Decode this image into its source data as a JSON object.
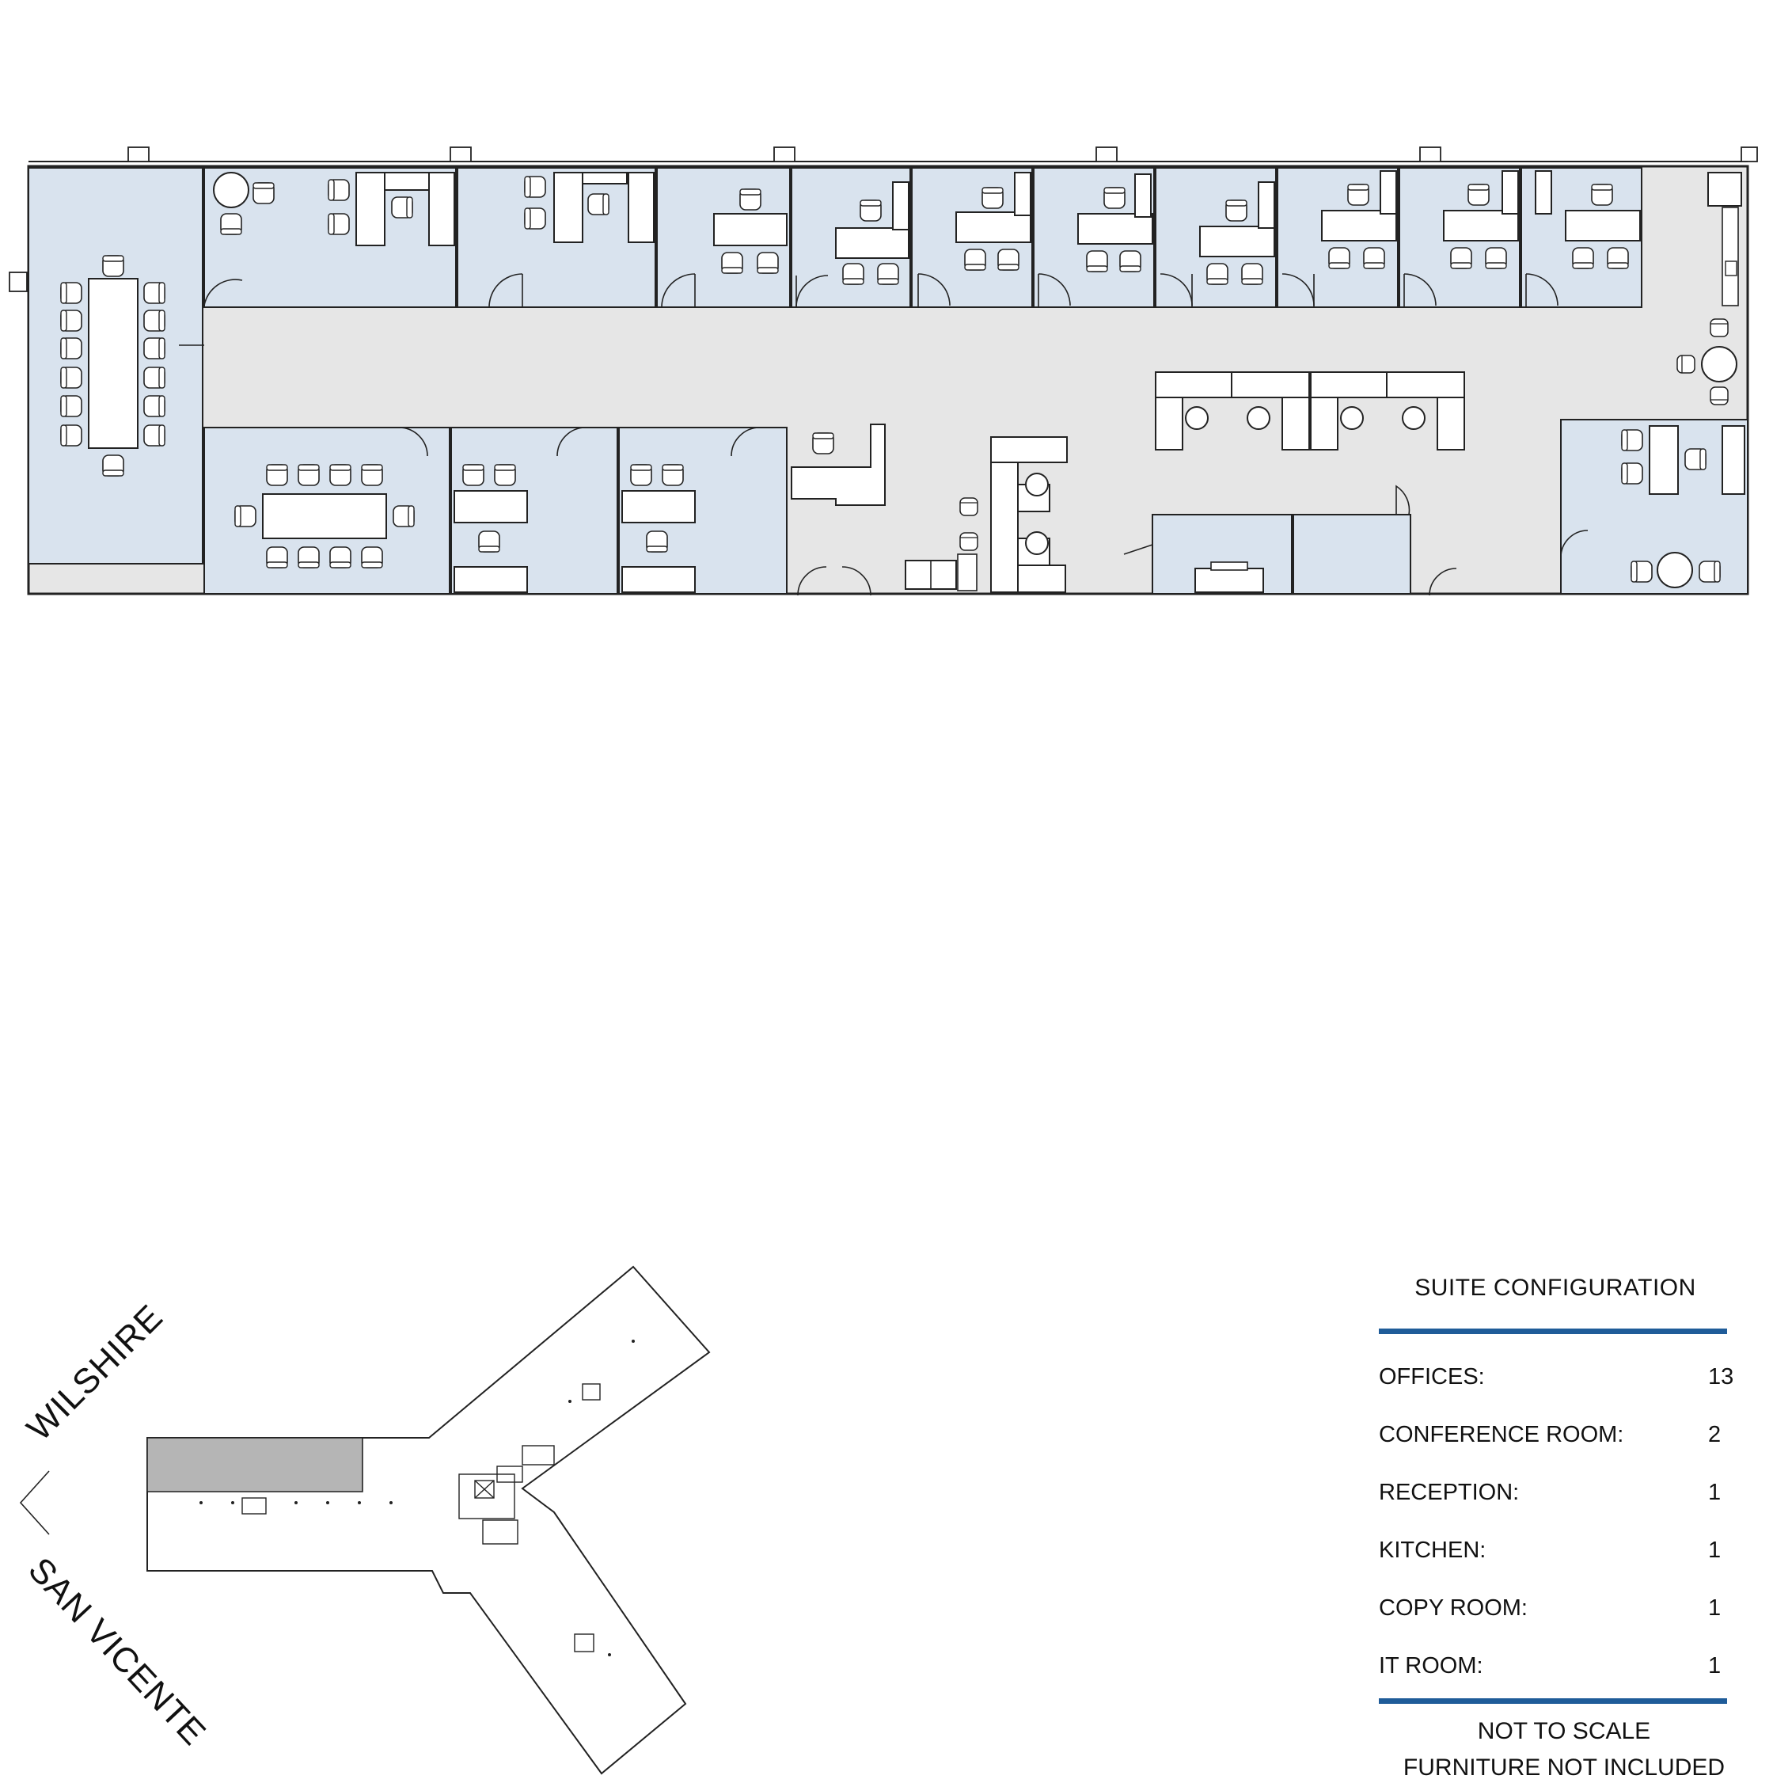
{
  "key_plan": {
    "streets": [
      "WILSHIRE",
      "SAN VICENTE"
    ]
  },
  "suite_configuration": {
    "title": "SUITE CONFIGURATION",
    "rows": [
      {
        "label": "OFFICES:",
        "value": "13"
      },
      {
        "label": "CONFERENCE ROOM:",
        "value": "2"
      },
      {
        "label": "RECEPTION:",
        "value": "1"
      },
      {
        "label": "KITCHEN:",
        "value": "1"
      },
      {
        "label": "COPY ROOM:",
        "value": "1"
      },
      {
        "label": "IT ROOM:",
        "value": "1"
      }
    ],
    "notes": [
      "NOT TO SCALE",
      "FURNITURE NOT INCLUDED"
    ]
  },
  "colors": {
    "room_fill": "#d9e3ee",
    "corridor_fill": "#e6e6e6",
    "wall": "#222222",
    "highlight_suite": "#b5b5b5",
    "rule": "#1f5c99"
  }
}
